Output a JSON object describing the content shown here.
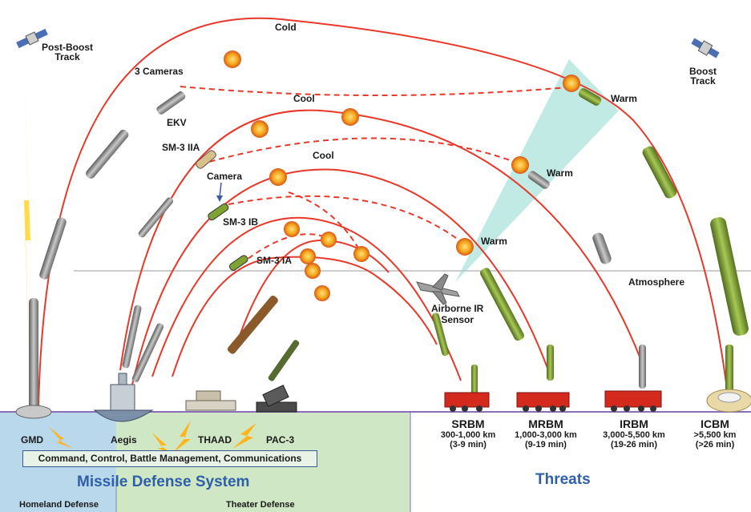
{
  "labels": {
    "post_boost_track": [
      "Post-Boost",
      "Track"
    ],
    "boost_track": [
      "Boost",
      "Track"
    ],
    "cold": "Cold",
    "cool_upper": "Cool",
    "cool_lower": "Cool",
    "warm_icbm": "Warm",
    "warm_irbm": "Warm",
    "warm_mrbm": "Warm",
    "three_cameras": "3 Cameras",
    "ekv": "EKV",
    "sm3_iia": "SM-3 IIA",
    "camera": "Camera",
    "sm3_ib": "SM-3 IB",
    "sm3_ia": "SM-3 IA",
    "atmosphere": "Atmosphere",
    "airborne_ir_sensor": [
      "Airborne IR",
      "Sensor"
    ]
  },
  "systems": {
    "gmd": "GMD",
    "aegis": "Aegis",
    "thaad": "THAAD",
    "pac3": "PAC-3",
    "command": "Command, Control, Battle Management, Communications",
    "mds_title": "Missile Defense System",
    "homeland": "Homeland Defense",
    "theater": "Theater Defense"
  },
  "threats": {
    "title": "Threats",
    "items": [
      {
        "name": "SRBM",
        "range": "300-1,000 km",
        "time": "(3-9 min)"
      },
      {
        "name": "MRBM",
        "range": "1,000-3,000 km",
        "time": "(9-19 min)"
      },
      {
        "name": "IRBM",
        "range": "3,000-5,500 km",
        "time": "(19-26 min)"
      },
      {
        "name": "ICBM",
        "range": ">5,500 km",
        "time": "(>26 min)"
      }
    ]
  },
  "colors": {
    "trajectory": "#e8382a",
    "homeland_bg": "#b9d8ec",
    "theater_bg": "#cfe7c4",
    "ground_line": "#8a6fb8",
    "sensor_cone": "#8ed8d0",
    "title_blue": "#2e5fa8"
  }
}
